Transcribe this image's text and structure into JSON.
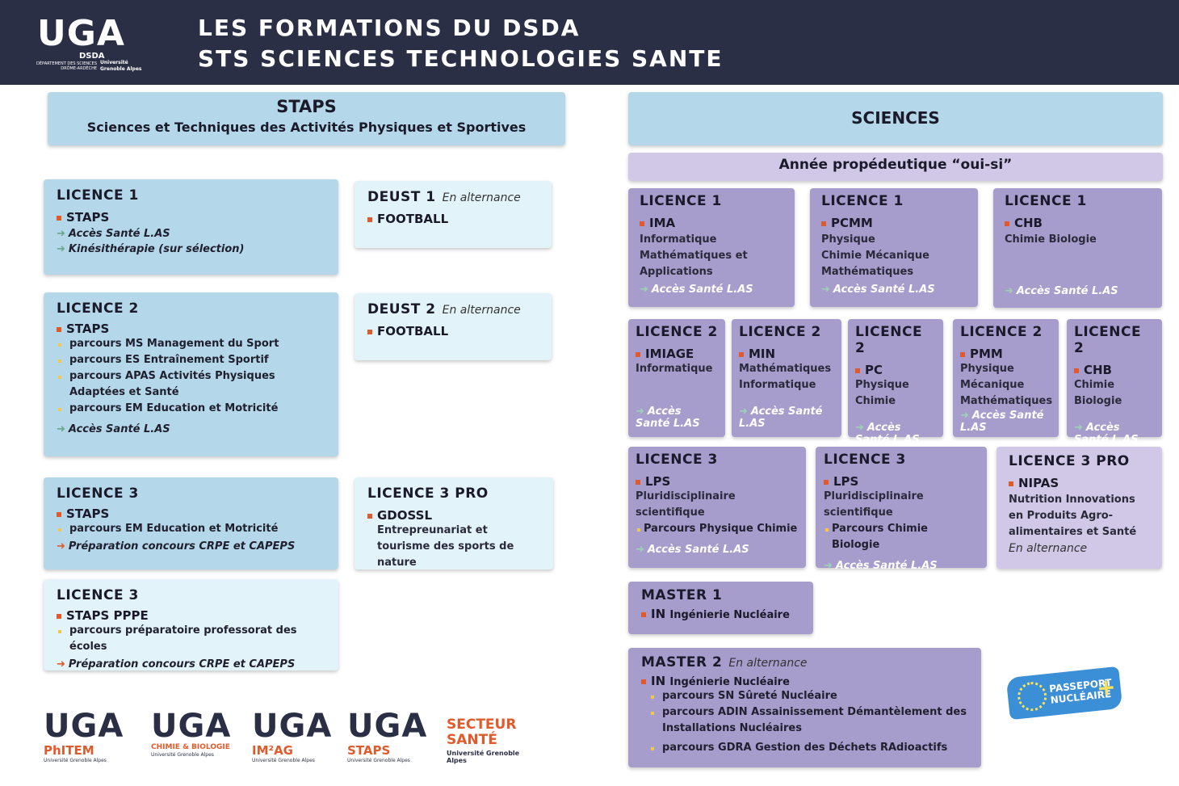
{
  "header": {
    "logo": "UGA",
    "logo_dsda": "DSDA",
    "logo_sub1": "DÉPARTEMENT DES SCIENCES DRÔME-ARDÈCHE",
    "logo_sub2": "Université Grenoble Alpes",
    "title1": "LES FORMATIONS DU DSDA",
    "title2": "STS SCIENCES TECHNOLOGIES SANTE"
  },
  "staps": {
    "title": "STAPS",
    "subtitle": "Sciences et Techniques des Activités Physiques et Sportives",
    "l1": {
      "level": "LICENCE 1",
      "prog": "STAPS",
      "acc1": "Accès Santé L.AS",
      "acc2": "Kinésithérapie (sur sélection)"
    },
    "deust1": {
      "level": "DEUST 1",
      "alt": "En alternance",
      "prog": "FOOTBALL"
    },
    "l2": {
      "level": "LICENCE 2",
      "prog": "STAPS",
      "p1": "parcours MS Management du Sport",
      "p2": "parcours ES Entraînement Sportif",
      "p3": "parcours APAS Activités Physiques Adaptées et Santé",
      "p4": "parcours EM Education et Motricité",
      "acc": "Accès Santé L.AS"
    },
    "deust2": {
      "level": "DEUST 2",
      "alt": "En alternance",
      "prog": "FOOTBALL"
    },
    "l3": {
      "level": "LICENCE 3",
      "prog": "STAPS",
      "p1": "parcours EM Education et Motricité",
      "prep": "Préparation concours CRPE et CAPEPS"
    },
    "l3pro": {
      "level": "LICENCE 3 PRO",
      "prog": "GDOSSL",
      "desc": "Entrepreunariat et tourisme des sports de nature"
    },
    "l3b": {
      "level": "LICENCE 3",
      "prog": "STAPS PPPE",
      "p1": "parcours préparatoire professorat des écoles",
      "prep": "Préparation concours CRPE et CAPEPS"
    }
  },
  "sciences": {
    "title": "SCIENCES",
    "prepa": "Année propédeutique “oui-si”",
    "l1a": {
      "level": "LICENCE 1",
      "prog": "IMA",
      "desc": "Informatique Mathématiques et Applications",
      "acc": "Accès Santé L.AS"
    },
    "l1b": {
      "level": "LICENCE 1",
      "prog": "PCMM",
      "d1": "Physique",
      "d2": "Chimie Mécanique",
      "d3": "Mathématiques",
      "acc": "Accès Santé L.AS"
    },
    "l1c": {
      "level": "LICENCE 1",
      "prog": "CHB",
      "desc": "Chimie Biologie",
      "acc": "Accès Santé L.AS"
    },
    "l2a": {
      "level": "LICENCE 2",
      "prog": "IMIAGE",
      "d1": "Informatique",
      "acc": "Accès Santé L.AS"
    },
    "l2b": {
      "level": "LICENCE 2",
      "prog": "MIN",
      "d1": "Mathématiques",
      "d2": "Informatique",
      "acc": "Accès Santé L.AS"
    },
    "l2c": {
      "level": "LICENCE 2",
      "prog": "PC",
      "d1": "Physique",
      "d2": "Chimie",
      "acc": "Accès Santé L.AS"
    },
    "l2d": {
      "level": "LICENCE 2",
      "prog": "PMM",
      "d1": "Physique",
      "d2": "Mécanique",
      "d3": "Mathématiques",
      "acc": "Accès Santé L.AS"
    },
    "l2e": {
      "level": "LICENCE 2",
      "prog": "CHB",
      "d1": "Chimie",
      "d2": "Biologie",
      "acc": "Accès Santé L.AS"
    },
    "l3a": {
      "level": "LICENCE 3",
      "prog": "LPS",
      "desc": "Pluridisciplinaire scientifique",
      "p1": "Parcours Physique Chimie",
      "acc": "Accès Santé L.AS"
    },
    "l3b": {
      "level": "LICENCE 3",
      "prog": "LPS",
      "desc": "Pluridisciplinaire scientifique",
      "p1": "Parcours Chimie Biologie",
      "acc": "Accès Santé L.AS"
    },
    "l3pro": {
      "level": "LICENCE 3 PRO",
      "prog": "NIPAS",
      "desc": "Nutrition Innovations en Produits Agro-alimentaires et Santé",
      "alt": "En alternance"
    },
    "m1": {
      "level": "MASTER 1",
      "prog": "IN",
      "desc": "Ingénierie Nucléaire"
    },
    "m2": {
      "level": "MASTER 2",
      "alt": "En alternance",
      "prog": "IN",
      "desc": "Ingénierie Nucléaire",
      "p1": "parcours SN Sûreté Nucléaire",
      "p2": "parcours ADIN Assainissement Démantèlement des Installations Nucléaires",
      "p3": "parcours GDRA Gestion des Déchets RAdioactifs"
    }
  },
  "footer": {
    "logos": [
      {
        "uga": "UGA",
        "tag": "PhITEM",
        "sub": "Université Grenoble Alpes"
      },
      {
        "uga": "UGA",
        "tag": "CHIMIE & BIOLOGIE",
        "sub": "Université Grenoble Alpes"
      },
      {
        "uga": "UGA",
        "tag": "IM²AG",
        "sub": "Université Grenoble Alpes"
      },
      {
        "uga": "UGA",
        "tag": "STAPS",
        "sub": "Université Grenoble Alpes"
      }
    ],
    "secteur": "SECTEUR SANTÉ",
    "secteur_sub": "Université Grenoble Alpes",
    "passport": "PASSEPORT NUCLÉAIRE",
    "plus": "+"
  },
  "colors": {
    "navy": "#2b2f45",
    "blue": "#b4d8ea",
    "light": "#e2f3fa",
    "purple": "#a79dcc",
    "lilac": "#d0c8e6",
    "orange": "#e15a2c"
  }
}
